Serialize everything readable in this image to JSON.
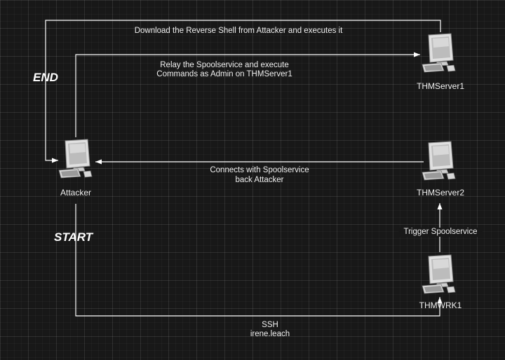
{
  "nodes": {
    "attacker": {
      "label": "Attacker",
      "icon": "desktop-computer-icon"
    },
    "server1": {
      "label": "THMServer1",
      "icon": "desktop-computer-icon"
    },
    "server2": {
      "label": "THMServer2",
      "icon": "desktop-computer-icon"
    },
    "wrk1": {
      "label": "THMWRK1",
      "icon": "desktop-computer-icon"
    }
  },
  "markers": {
    "end": "END",
    "start": "START"
  },
  "edges": {
    "download": "Download the Reverse Shell from Attacker and executes it",
    "relay_line1": "Relay the Spoolservice and execute",
    "relay_line2": "Commands as Admin on THMServer1",
    "connects_line1": "Connects with Spoolservice",
    "connects_line2": "back Attacker",
    "trigger": "Trigger Spoolservice",
    "ssh_line1": "SSH",
    "ssh_line2": "irene.leach"
  },
  "colors": {
    "background": "#181818",
    "line": "#ffffff",
    "text": "#f0f0f0"
  }
}
